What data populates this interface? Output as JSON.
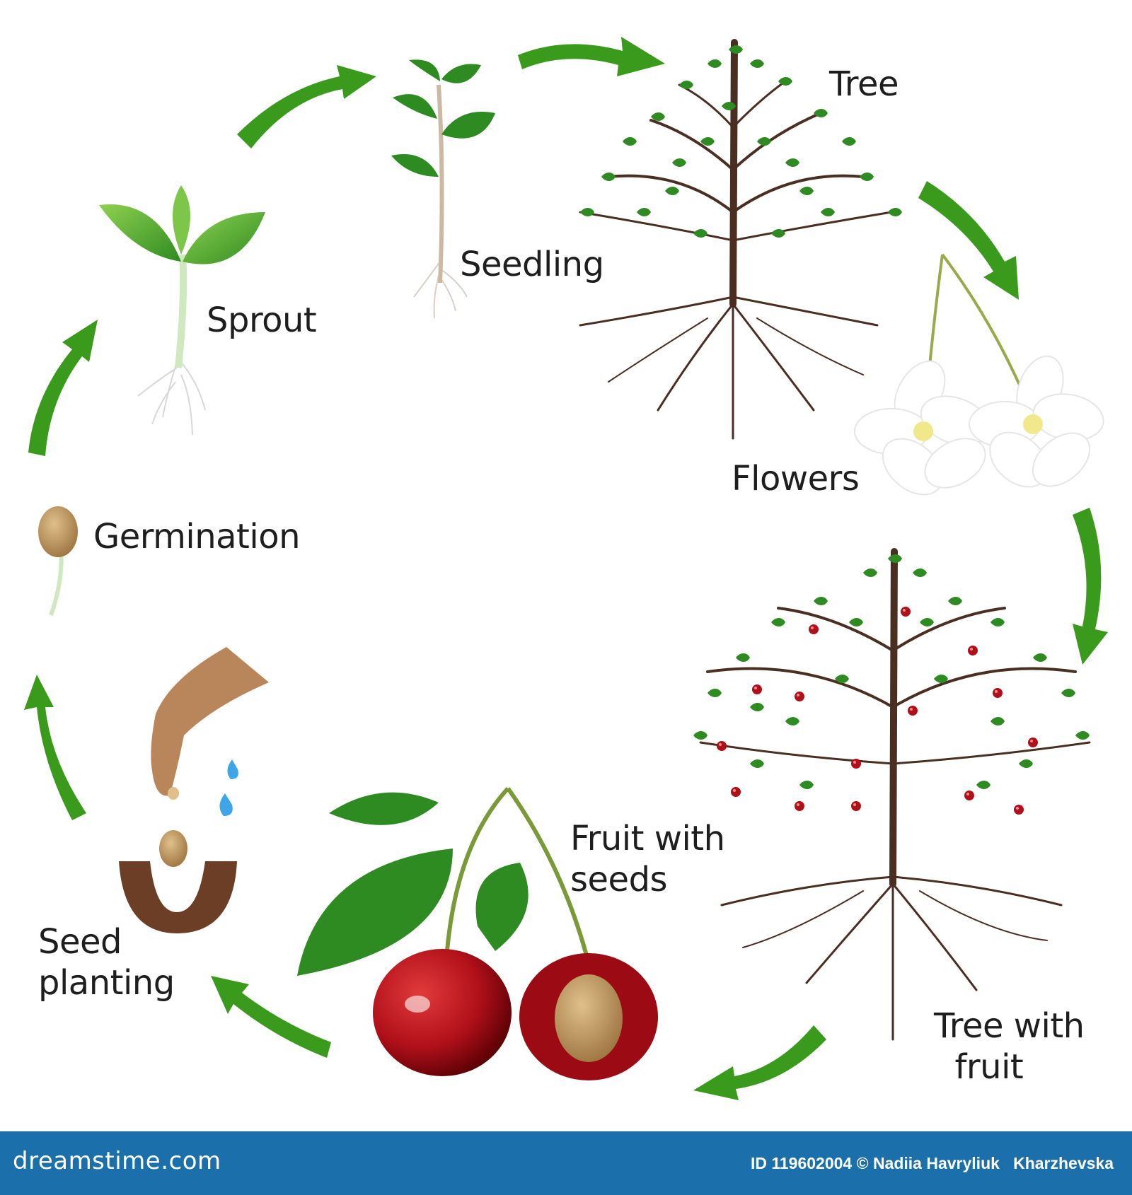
{
  "stages": {
    "tree": "Tree",
    "seedling": "Seedling",
    "sprout": "Sprout",
    "flowers": "Flowers",
    "germination": "Germination",
    "fruit_with_seeds": "Fruit with\nseeds",
    "tree_with_fruit": "Tree with\n  fruit",
    "seed_planting": "Seed\nplanting"
  },
  "footer": {
    "brand": "dreamstime.com",
    "credit": "ID 119602004 © Nadiia Havryliuk   Kharzhevska"
  },
  "colors": {
    "arrow": "#3a9a1c",
    "leaf": "#2e8b22",
    "trunk": "#4a2e22",
    "cherry": "#b0101a",
    "seed": "#b8925c",
    "water": "#3ea6e6",
    "footer": "#1b6faa"
  }
}
